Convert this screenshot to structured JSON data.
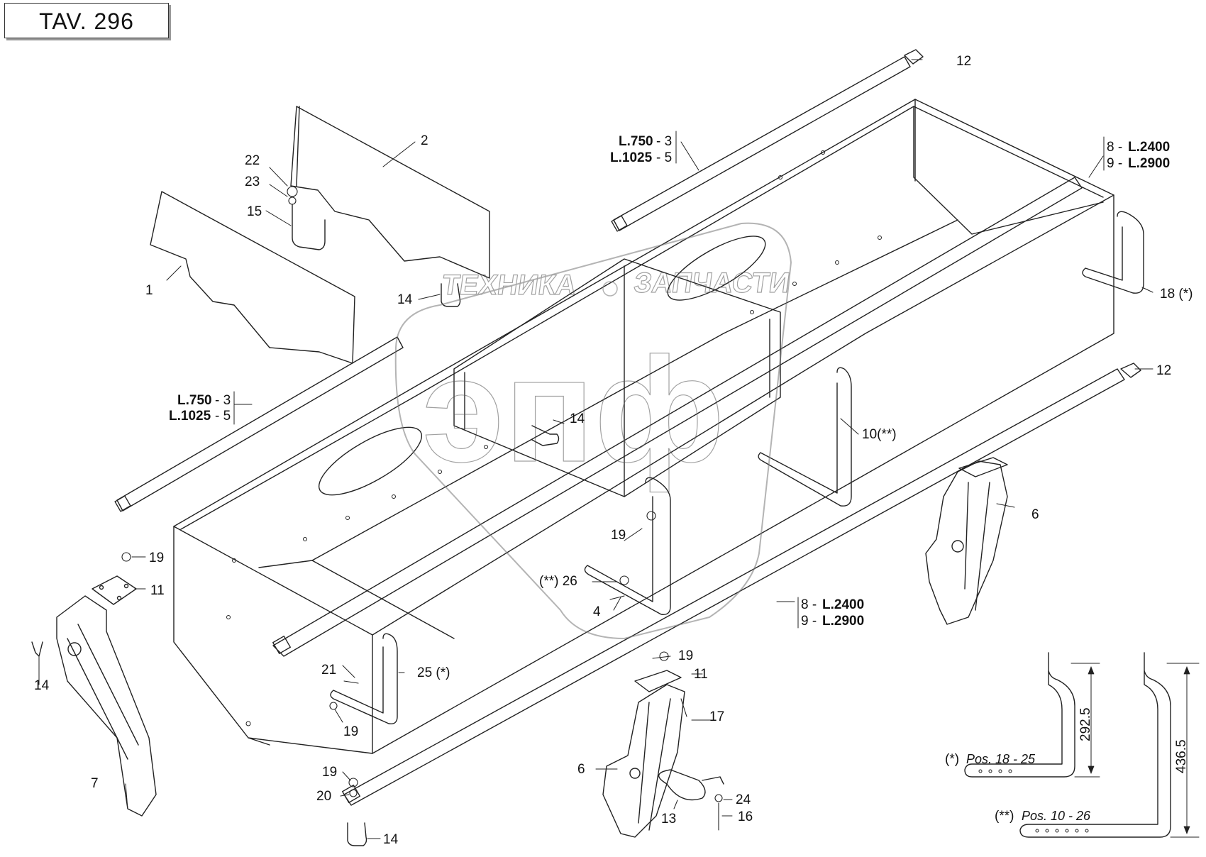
{
  "title": "TAV. 296",
  "watermark": {
    "left_word": "ТЕХНИКА",
    "right_word": "ЗАПЧАСТИ",
    "logo_letters": "эпф"
  },
  "callouts": {
    "c1": "1",
    "c2": "2",
    "c4": "4",
    "c6a": "6",
    "c6b": "6",
    "c7": "7",
    "c10": "10(**)",
    "c11a": "11",
    "c11b": "11",
    "c12a": "12",
    "c12b": "12",
    "c13": "13",
    "c14a": "14",
    "c14b": "14",
    "c14c": "14",
    "c14d": "14",
    "c15": "15",
    "c16": "16",
    "c17": "17",
    "c18": "18 (*)",
    "c19a": "19",
    "c19b": "19",
    "c19c": "19",
    "c19d": "19",
    "c19e": "19",
    "c20": "20",
    "c21": "21",
    "c22": "22",
    "c23": "23",
    "c24": "24",
    "c25": "25 (*)",
    "c26": "(**) 26"
  },
  "length_labels": {
    "top_a_len": "L.750",
    "top_a_pos": "- 3",
    "top_b_len": "L.1025",
    "top_b_pos": "- 5",
    "left_a_len": "L.750",
    "left_a_pos": "- 3",
    "left_b_len": "L.1025",
    "left_b_pos": "- 5",
    "tr_a_pos": "8 -",
    "tr_a_len": "L.2400",
    "tr_b_pos": "9 -",
    "tr_b_len": "L.2900",
    "bm_a_pos": "8 -",
    "bm_a_len": "L.2400",
    "bm_b_pos": "9 -",
    "bm_b_len": "L.2900"
  },
  "dimension_insets": {
    "inset1_note": "(*)",
    "inset1_pos": "Pos. 18 - 25",
    "inset1_dim": "292.5",
    "inset2_note": "(**)",
    "inset2_pos": "Pos. 10 - 26",
    "inset2_dim": "436.5"
  }
}
